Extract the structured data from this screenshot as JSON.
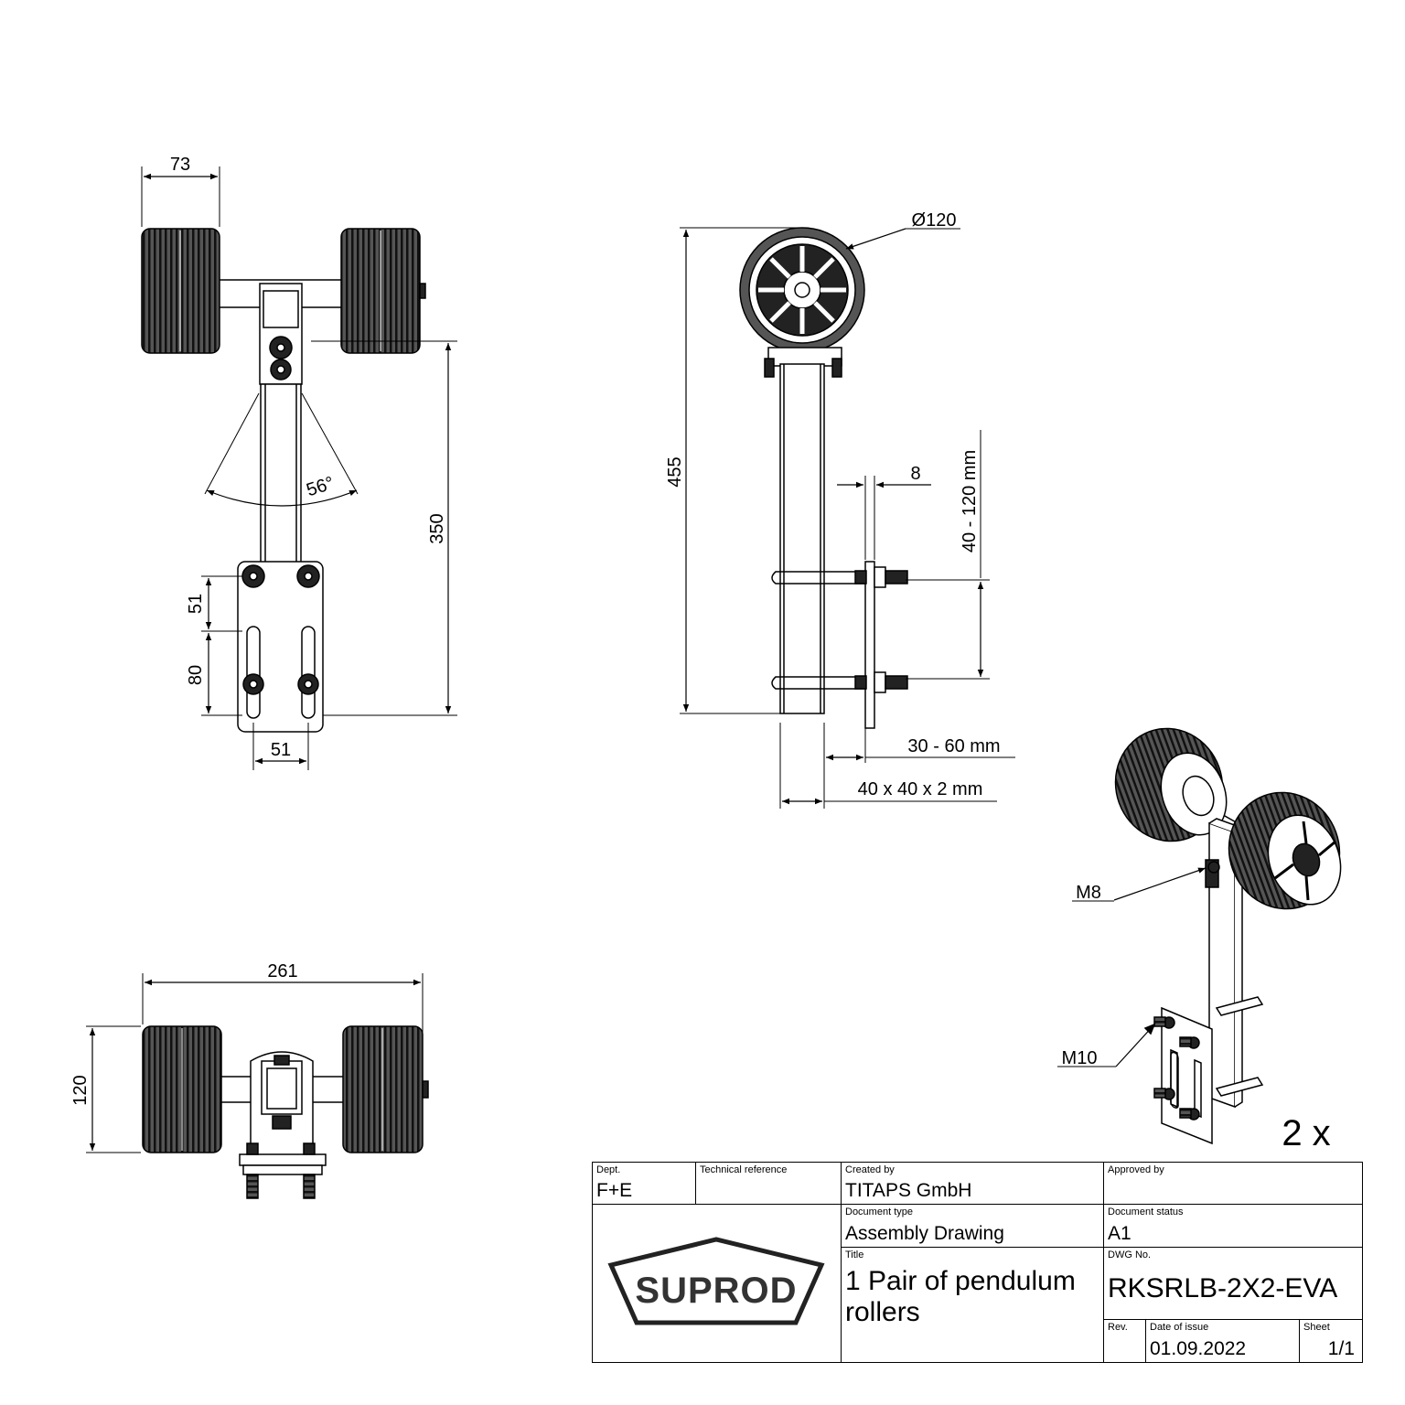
{
  "dimensions": {
    "width_73": "73",
    "wheel_diameter": "Ø120",
    "height_455": "455",
    "height_350": "350",
    "angle": "56°",
    "gap_8": "8",
    "range_40_120": "40 - 120 mm",
    "hole_51_vertical": "51",
    "slot_80": "80",
    "hole_51_horizontal": "51",
    "range_30_60": "30 - 60 mm",
    "tube_profile": "40 x 40 x 2 mm",
    "width_261": "261",
    "height_120": "120"
  },
  "callouts": {
    "bolt_m8": "M8",
    "bolt_m10": "M10",
    "quantity": "2 x"
  },
  "title_block": {
    "dept_label": "Dept.",
    "dept_value": "F+E",
    "tech_ref_label": "Technical reference",
    "tech_ref_value": "",
    "created_by_label": "Created by",
    "created_by_value": "TITAPS GmbH",
    "approved_by_label": "Approved by",
    "approved_by_value": "",
    "doc_type_label": "Document type",
    "doc_type_value": "Assembly Drawing",
    "doc_status_label": "Document status",
    "doc_status_value": "A1",
    "title_label": "Title",
    "title_line1": "1 Pair of pendulum",
    "title_line2": "rollers",
    "dwg_no_label": "DWG No.",
    "dwg_no_value": "RKSRLB-2X2-EVA",
    "rev_label": "Rev.",
    "rev_value": "",
    "date_label": "Date of issue",
    "date_value": "01.09.2022",
    "sheet_label": "Sheet",
    "sheet_value": "1/1",
    "logo_text": "SUPROD"
  }
}
